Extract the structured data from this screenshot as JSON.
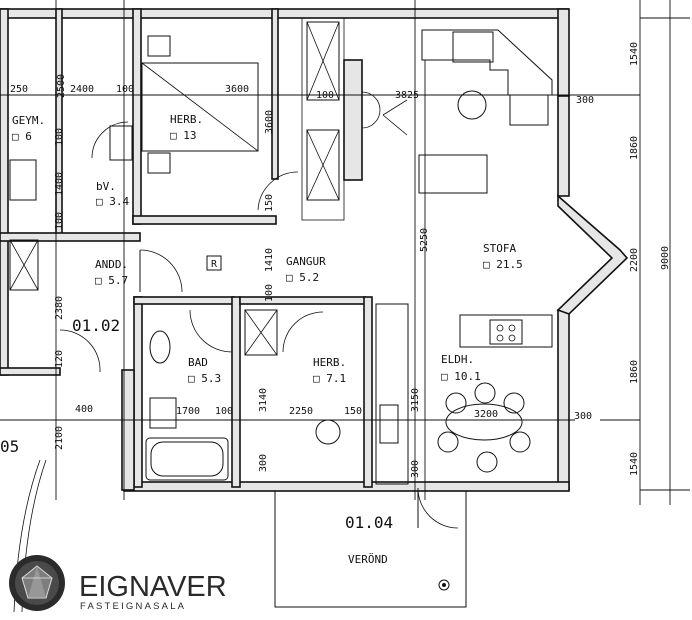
{
  "rooms": [
    {
      "id": "geym",
      "name": "GEYM.",
      "area": "6"
    },
    {
      "id": "herb1",
      "name": "HERB.",
      "area": "13"
    },
    {
      "id": "bv",
      "name": "bV.",
      "area": "3.4"
    },
    {
      "id": "andd",
      "name": "ANDD.",
      "area": "5.7"
    },
    {
      "id": "gangur",
      "name": "GANGUR",
      "area": "5.2"
    },
    {
      "id": "stofa",
      "name": "STOFA",
      "area": "21.5"
    },
    {
      "id": "bad",
      "name": "BAD",
      "area": "5.3"
    },
    {
      "id": "herb2",
      "name": "HERB.",
      "area": "7.1"
    },
    {
      "id": "eldh",
      "name": "ELDH.",
      "area": "10.1"
    }
  ],
  "units": {
    "main": "01.02",
    "veranda": "01.04",
    "left_edge": "05"
  },
  "veranda_label": "VERÖND",
  "marker_r": "R",
  "dims": {
    "d250": "250",
    "d2500": "2500",
    "d2400": "2400",
    "d100a": "100",
    "d3600a": "3600",
    "d3600b": "3600",
    "d100b": "100",
    "d3825": "3825",
    "d300a": "300",
    "d100c": "100",
    "d1400": "1400",
    "d100d": "100",
    "d150a": "150",
    "d1410": "1410",
    "d5250": "5250",
    "d100e": "100",
    "d2380": "2380",
    "d120": "120",
    "d2200": "2200",
    "d3140": "3140",
    "d150b": "150",
    "d3150": "3150",
    "d400": "400",
    "d1700": "1700",
    "d100f": "100",
    "d2250": "2250",
    "d150c": "150",
    "d3200": "3200",
    "d300b": "300",
    "d2100": "2100",
    "d300c": "300",
    "d300d": "300",
    "d1540a": "1540",
    "d1860a": "1860",
    "d9000": "9000",
    "d1860b": "1860",
    "d1540b": "1540"
  },
  "logo": {
    "name": "EIGNAVER",
    "tagline": "FASTEIGNASALA"
  }
}
